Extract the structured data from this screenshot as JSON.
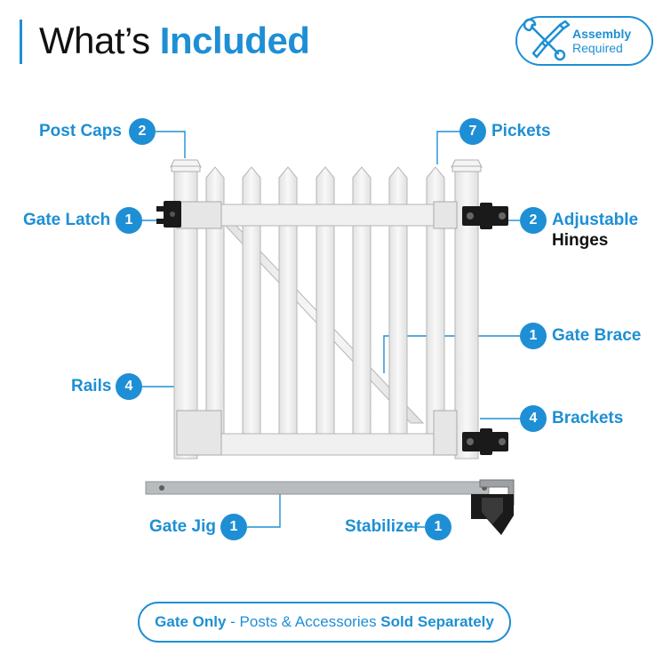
{
  "header": {
    "title_plain": "What’s",
    "title_accent": "Included",
    "assembly_line1": "Assembly",
    "assembly_line2": "Required",
    "assembly_icon": "wrench-screwdriver-icon"
  },
  "components": [
    {
      "id": "post-caps",
      "label": "Post Caps",
      "qty": "2"
    },
    {
      "id": "pickets",
      "label": "Pickets",
      "qty": "7"
    },
    {
      "id": "gate-latch",
      "label": "Gate Latch",
      "qty": "1"
    },
    {
      "id": "adjustable-hinges",
      "label": "Adjustable",
      "label2": "Hinges",
      "qty": "2"
    },
    {
      "id": "gate-brace",
      "label": "Gate Brace",
      "qty": "1"
    },
    {
      "id": "rails",
      "label": "Rails",
      "qty": "4"
    },
    {
      "id": "brackets",
      "label": "Brackets",
      "qty": "4"
    },
    {
      "id": "gate-jig",
      "label": "Gate Jig",
      "qty": "1"
    },
    {
      "id": "stabilizer",
      "label": "Stabilizer",
      "qty": "1"
    }
  ],
  "footer": {
    "bold1": "Gate Only",
    "middle": " - Posts & Accessories ",
    "bold2": "Sold Separately"
  },
  "colors": {
    "accent": "#1e8fd4",
    "vinyl": "#f1f1f1",
    "hardware": "#1a1a1a",
    "jig": "#b8bcbf"
  }
}
